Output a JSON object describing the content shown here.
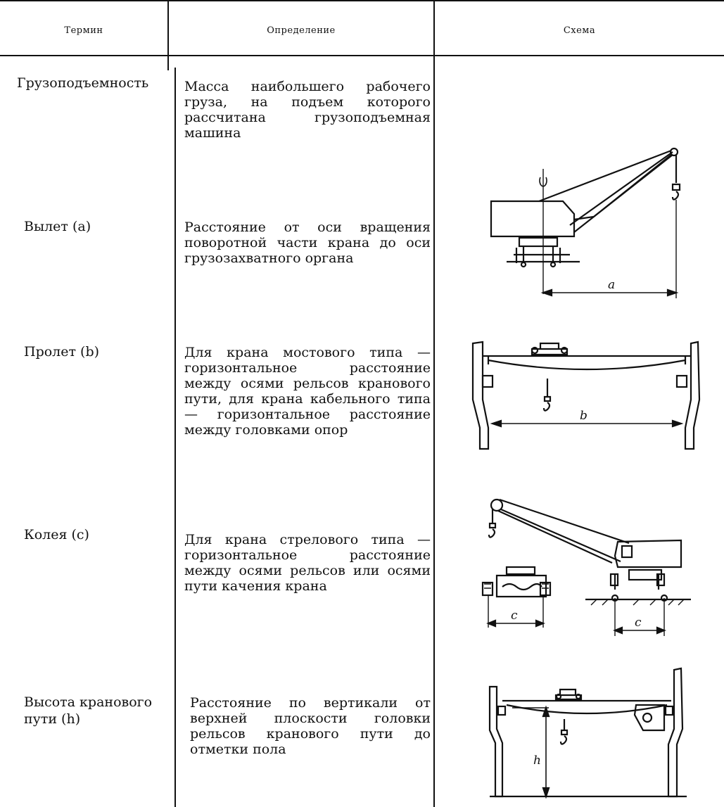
{
  "header": {
    "term": "Термин",
    "definition": "Определение",
    "scheme": "Схема"
  },
  "rows": [
    {
      "term": "Грузоподъемность",
      "definition": "Масса наибольшего рабочего груза, на подъем которого рассчитана грузоподъемная машина"
    },
    {
      "term": "Вылет (a)",
      "definition": "Расстояние от оси вращения поворотной части крана до оси грузозахватного органа",
      "scheme_label": "a"
    },
    {
      "term": "Пролет (b)",
      "definition": "Для крана мостового типа — горизонтальное расстояние между осями рельсов кранового пути, для крана кабельного типа — горизонтальное расстояние между головками опор",
      "scheme_label": "b"
    },
    {
      "term": "Колея (c)",
      "definition": "Для крана стрелового типа — горизонтальное расстояние между осями рельсов или осями пути качения крана",
      "scheme_label_left": "c",
      "scheme_label_right": "c"
    },
    {
      "term": "Высота кранового пути (h)",
      "definition": "Расстояние по вертикали от верхней плоскости головки рельсов кранового пути до отметки пола",
      "scheme_label": "h"
    }
  ]
}
